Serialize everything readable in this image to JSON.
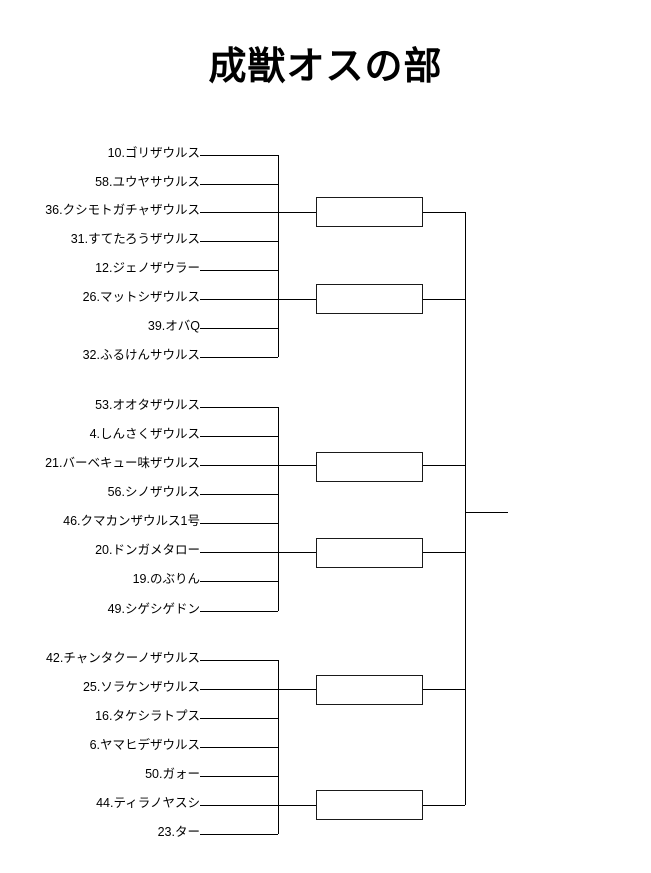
{
  "page": {
    "title": "成獣オスの部",
    "background_color": "#ffffff",
    "line_color": "#000000"
  },
  "bracket": {
    "type": "single-elimination",
    "groups": [
      {
        "name": "group-1",
        "entries": [
          {
            "seed": "10",
            "name": "ゴリザウルス",
            "label": "10.ゴリザウルス"
          },
          {
            "seed": "58",
            "name": "ユウヤサウルス",
            "label": "58.ユウヤサウルス"
          },
          {
            "seed": "36",
            "name": "クシモトガチャザウルス",
            "label": "36.クシモトガチャザウルス"
          },
          {
            "seed": "31",
            "name": "すてたろうザウルス",
            "label": "31.すてたろうザウルス"
          }
        ]
      },
      {
        "name": "group-2",
        "entries": [
          {
            "seed": "12",
            "name": "ジェノザウラー",
            "label": "12.ジェノザウラー"
          },
          {
            "seed": "26",
            "name": "マットシザウルス",
            "label": "26.マットシザウルス"
          },
          {
            "seed": "39",
            "name": "オバQ",
            "label": "39.オバQ"
          },
          {
            "seed": "32",
            "name": "ふるけんサウルス",
            "label": "32.ふるけんサウルス"
          }
        ]
      },
      {
        "name": "group-3",
        "entries": [
          {
            "seed": "53",
            "name": "オオタザウルス",
            "label": "53.オオタザウルス"
          },
          {
            "seed": "4",
            "name": "しんさくザウルス",
            "label": "4.しんさくザウルス"
          },
          {
            "seed": "21",
            "name": "バーベキュー味ザウルス",
            "label": "21.バーベキュー味ザウルス"
          },
          {
            "seed": "56",
            "name": "シノザウルス",
            "label": "56.シノザウルス"
          }
        ]
      },
      {
        "name": "group-4",
        "entries": [
          {
            "seed": "46",
            "name": "クマカンザウルス1号",
            "label": "46.クマカンザウルス1号"
          },
          {
            "seed": "20",
            "name": "ドンガメタロー",
            "label": "20.ドンガメタロー"
          },
          {
            "seed": "19",
            "name": "のぶりん",
            "label": "19.のぶりん"
          },
          {
            "seed": "49",
            "name": "シゲシゲドン",
            "label": "49.シゲシゲドン"
          }
        ]
      },
      {
        "name": "group-5",
        "entries": [
          {
            "seed": "42",
            "name": "チャンタクーノザウルス",
            "label": "42.チャンタクーノザウルス"
          },
          {
            "seed": "25",
            "name": "ソラケンザウルス",
            "label": "25.ソラケンザウルス"
          },
          {
            "seed": "16",
            "name": "タケシラトプス",
            "label": "16.タケシラトプス"
          },
          {
            "seed": "6",
            "name": "ヤマヒデザウルス",
            "label": "6.ヤマヒデザウルス"
          }
        ]
      },
      {
        "name": "group-6",
        "entries": [
          {
            "seed": "50",
            "name": "ガォー",
            "label": "50.ガォー"
          },
          {
            "seed": "44",
            "name": "ティラノヤスシ",
            "label": "44.ティラノヤスシ"
          },
          {
            "seed": "23",
            "name": "ター",
            "label": "23.ター"
          }
        ]
      }
    ],
    "match_boxes": [
      {
        "name": "match-box-1",
        "label": ""
      },
      {
        "name": "match-box-2",
        "label": ""
      },
      {
        "name": "match-box-3",
        "label": ""
      },
      {
        "name": "match-box-4",
        "label": ""
      },
      {
        "name": "match-box-5",
        "label": ""
      },
      {
        "name": "match-box-6",
        "label": ""
      }
    ],
    "champion": {
      "name": "champion-slot",
      "label": ""
    }
  }
}
